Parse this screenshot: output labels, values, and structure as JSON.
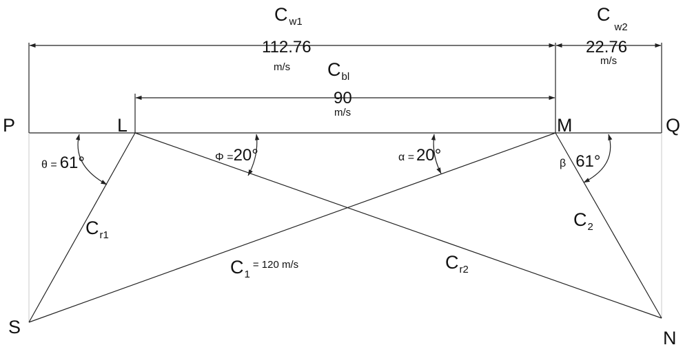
{
  "points": {
    "P": "P",
    "L": "L",
    "M": "M",
    "Q": "Q",
    "S": "S",
    "N": "N"
  },
  "cw1": {
    "main": "C",
    "sub": "w1",
    "value": "112.76",
    "unit": "m/s"
  },
  "cw2": {
    "main": "C",
    "sub": "w2",
    "value": "22.76",
    "unit": "m/s"
  },
  "cbl": {
    "main": "C",
    "sub": "bl",
    "value": "90",
    "unit": "m/s"
  },
  "theta": {
    "symbol": "θ =",
    "value": "61°"
  },
  "phi": {
    "symbol": "Φ =",
    "value": "20°"
  },
  "alpha": {
    "symbol": "α =",
    "value": "20°"
  },
  "beta": {
    "symbol": "β",
    "value": "61°"
  },
  "cr1": {
    "main": "C",
    "sub": "r1"
  },
  "cr2": {
    "main": "C",
    "sub": "r2"
  },
  "c1": {
    "main": "C",
    "sub": "1",
    "value": "= 120 m/s"
  },
  "c2": {
    "main": "C",
    "sub": "2"
  },
  "colors": {
    "ink": "#222222",
    "guide": "#c8c8c8",
    "background": "#ffffff"
  }
}
